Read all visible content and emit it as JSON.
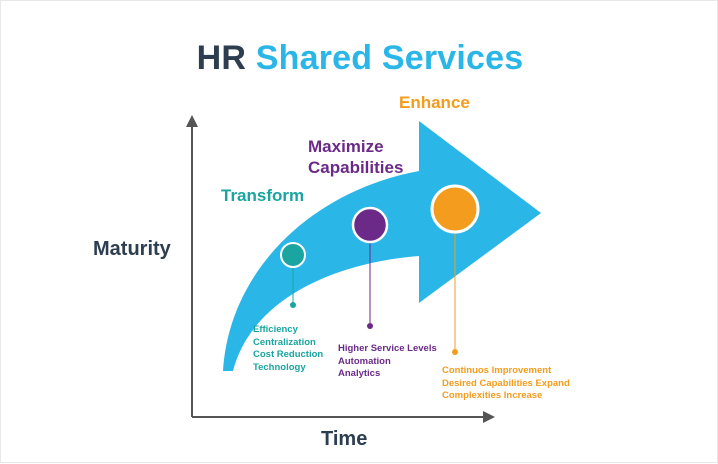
{
  "title": {
    "part1": "HR",
    "part2": "Shared Services"
  },
  "axes": {
    "y_label": "Maturity",
    "x_label": "Time"
  },
  "stages": [
    {
      "name": "Transform",
      "color": "#1aa5a0",
      "items": [
        "Efficiency",
        "Centralization",
        "Cost Reduction",
        "Technology"
      ]
    },
    {
      "name_line1": "Maximize",
      "name_line2": "Capabilities",
      "color": "#6b2a87",
      "items": [
        "Higher Service Levels",
        "Automation",
        "Analytics"
      ]
    },
    {
      "name": "Enhance",
      "color": "#f39c1d",
      "items": [
        "Continuos Improvement",
        "Desired Capabilities Expand",
        "Complexities Increase"
      ]
    }
  ],
  "colors": {
    "arrow": "#2bb6e8",
    "axis": "#555555",
    "heading_dark": "#2d3e50",
    "heading_accent": "#2bb6e8"
  }
}
